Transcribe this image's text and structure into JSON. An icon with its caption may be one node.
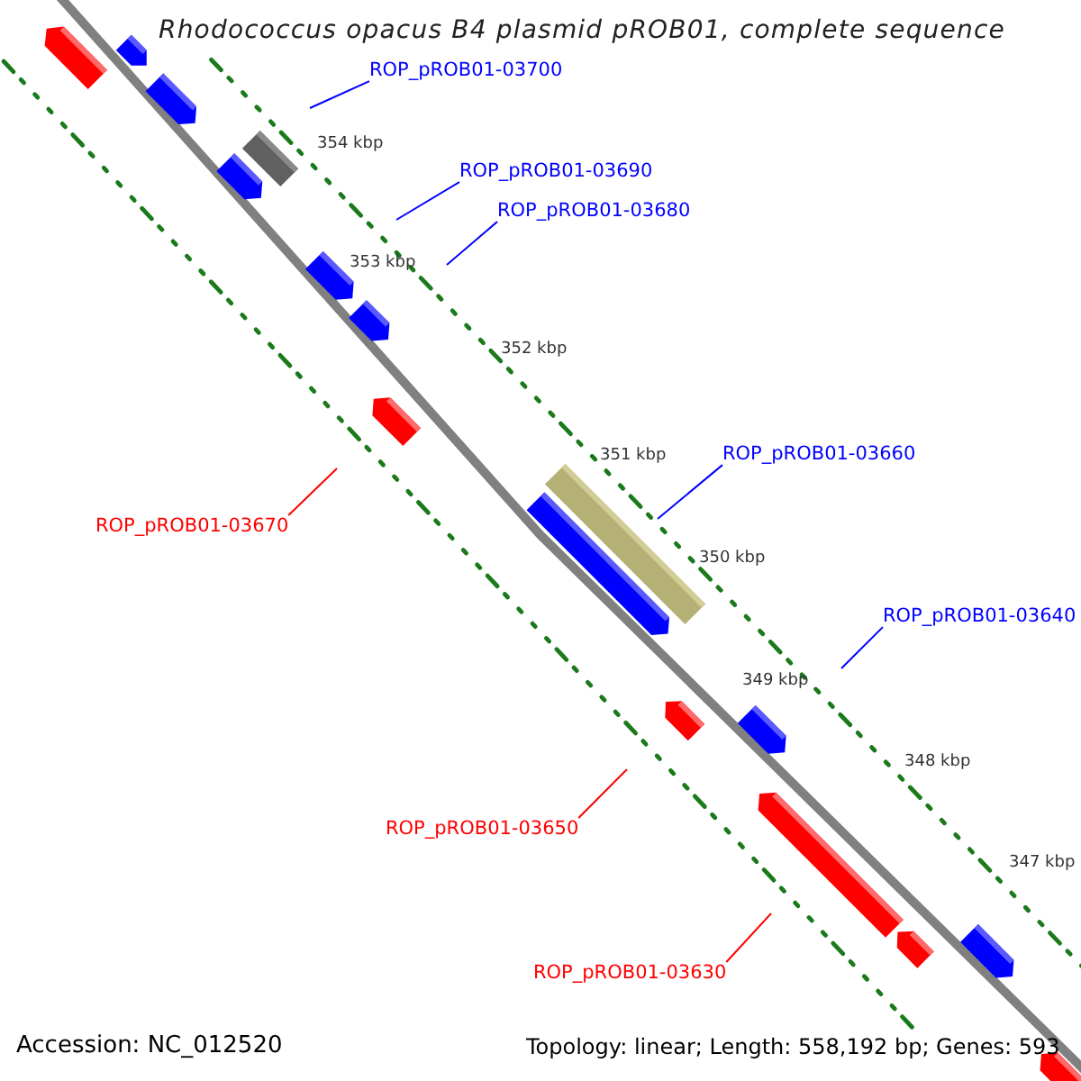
{
  "diagram": {
    "title": "Rhodococcus opacus B4 plasmid pROB01, complete sequence",
    "nodes": [
      {
        "text": [
          "ROP_pROB01-03700"
        ]
      },
      {
        "text": [
          "ROP_pROB01-03690"
        ]
      },
      {
        "text": [
          "ROP_pROB01-03680"
        ]
      },
      {
        "text": [
          "ROP_pROB01-03660"
        ]
      },
      {
        "text": [
          "ROP_pROB01-03670"
        ]
      },
      {
        "text": [
          "ROP_pROB01-03640"
        ]
      },
      {
        "text": [
          "ROP_pROB01-03650"
        ]
      },
      {
        "text": [
          "ROP_pROB01-03630"
        ]
      }
    ],
    "edges": [
      {
        "from": 0,
        "to": null,
        "arrow": "none"
      },
      {
        "from": 1,
        "to": null,
        "arrow": "none"
      },
      {
        "from": 2,
        "to": null,
        "arrow": "none"
      },
      {
        "from": 3,
        "to": null,
        "arrow": "none"
      },
      {
        "from": 4,
        "to": null,
        "arrow": "none",
        "color": "#ff0000"
      },
      {
        "from": 5,
        "to": null,
        "arrow": "none"
      },
      {
        "from": 6,
        "to": null,
        "arrow": "none",
        "color": "#ff0000"
      },
      {
        "from": 7,
        "to": null,
        "arrow": "none",
        "color": "#ff0000"
      }
    ],
    "labels": [
      "354 kbp",
      "353 kbp",
      "352 kbp",
      "351 kbp",
      "350 kbp",
      "349 kbp",
      "348 kbp",
      "347 kbp",
      "Accession: NC_012520",
      "Topology: linear; Length: 558,192 bp; Genes: 593"
    ]
  }
}
